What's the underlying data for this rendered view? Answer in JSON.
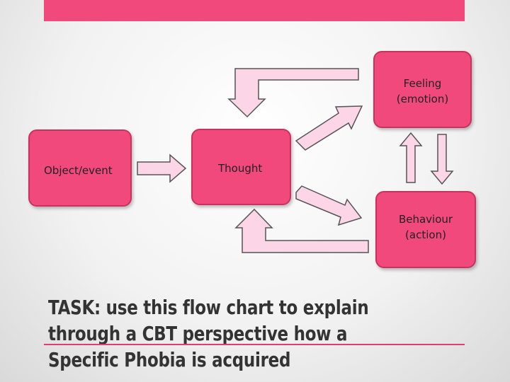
{
  "diagram": {
    "nodes": {
      "object_event": "Object/event",
      "thought": "Thought",
      "feeling_title": "Feeling",
      "feeling_sub": "(emotion)",
      "behaviour_title": "Behaviour",
      "behaviour_sub": "(action)"
    },
    "colors": {
      "box_fill": "#f2497c",
      "box_border": "#c7325f",
      "arrow_fill": "#fcd6e7",
      "arrow_stroke": "#555555"
    }
  },
  "task": {
    "text": "TASK: use this flow chart to explain through a CBT perspective how a Specific Phobia is acquired"
  }
}
